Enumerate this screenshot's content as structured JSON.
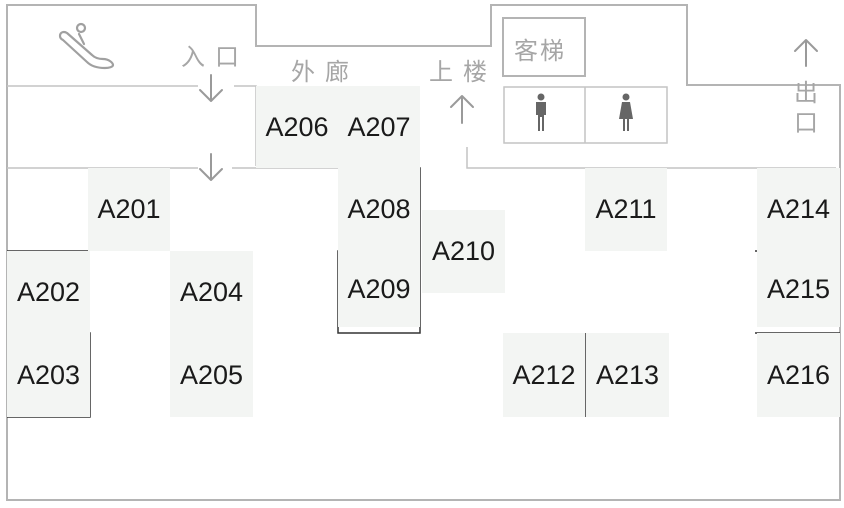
{
  "floor": {
    "labels": {
      "entrance": "入口",
      "corridor": "外廊",
      "upstairs": "上楼",
      "elevator": "客梯",
      "exit_top": "出",
      "exit_bottom": "口"
    },
    "icons": {
      "escalator": "escalator-icon",
      "male_restroom": "man-icon",
      "female_restroom": "woman-icon"
    },
    "booths": [
      "A201",
      "A202",
      "A203",
      "A204",
      "A205",
      "A206",
      "A207",
      "A208",
      "A209",
      "A210",
      "A211",
      "A212",
      "A213",
      "A214",
      "A215",
      "A216"
    ]
  },
  "colors": {
    "booth_fill": "#f3f5f3",
    "wall": "#b4b4b4",
    "booth_border": "#333333",
    "label": "#a6a6a6",
    "restroom_icon": "#666666"
  }
}
